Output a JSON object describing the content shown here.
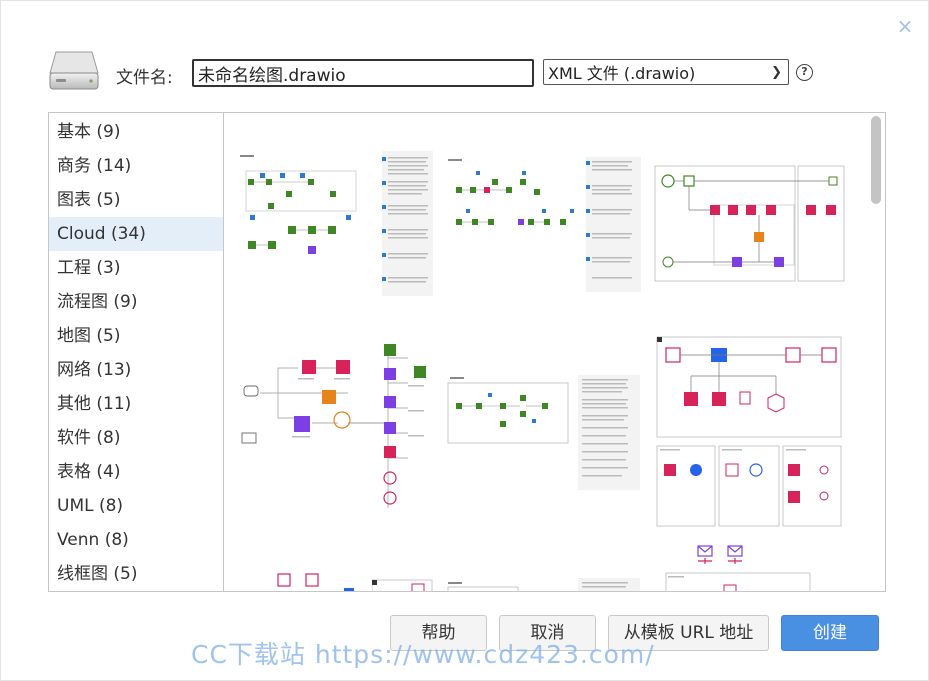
{
  "dialog": {
    "close_symbol": "×",
    "filename_label": "文件名:",
    "filename_value": "未命名绘图.drawio",
    "format_selected": "XML 文件 (.drawio)",
    "help_symbol": "?"
  },
  "categories": [
    {
      "label": "基本 (9)",
      "selected": false
    },
    {
      "label": "商务 (14)",
      "selected": false
    },
    {
      "label": "图表 (5)",
      "selected": false
    },
    {
      "label": "Cloud (34)",
      "selected": true
    },
    {
      "label": "工程 (3)",
      "selected": false
    },
    {
      "label": "流程图 (9)",
      "selected": false
    },
    {
      "label": "地图 (5)",
      "selected": false
    },
    {
      "label": "网络 (13)",
      "selected": false
    },
    {
      "label": "其他 (11)",
      "selected": false
    },
    {
      "label": "软件 (8)",
      "selected": false
    },
    {
      "label": "表格 (4)",
      "selected": false
    },
    {
      "label": "UML (8)",
      "selected": false
    },
    {
      "label": "Venn (8)",
      "selected": false
    },
    {
      "label": "线框图 (5)",
      "selected": false
    }
  ],
  "buttons": {
    "help": "帮助",
    "cancel": "取消",
    "from_url": "从模板 URL 地址",
    "create": "创建"
  },
  "watermark": "CC下载站 https://www.cdz423.com/",
  "colors": {
    "accent": "#4a90e2",
    "selected_bg": "#e4eef9",
    "aws_green": "#3f8624",
    "aws_pink": "#d6245a",
    "aws_purple": "#7b3fe4",
    "aws_orange": "#e8821a",
    "aws_blue": "#2563eb"
  },
  "icons": {
    "disk": "hard-disk-icon",
    "help": "help-circle-icon",
    "close": "close-icon",
    "dropdown": "chevron-down-icon"
  }
}
